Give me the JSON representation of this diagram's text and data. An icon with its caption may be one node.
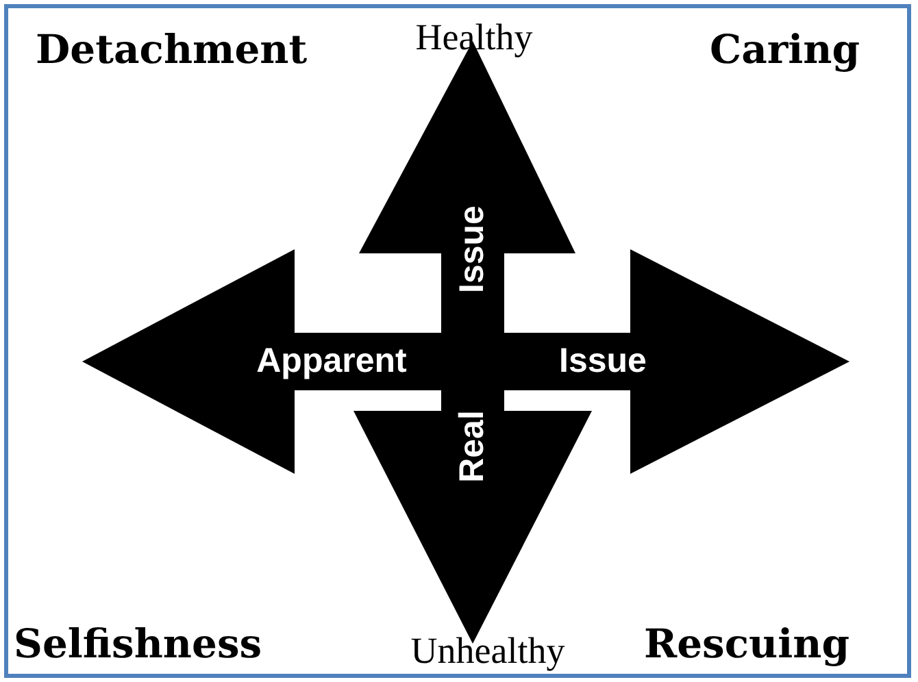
{
  "diagram": {
    "labels": [
      "Detachment",
      "Healthy",
      "Caring",
      "Issue",
      "Apparent",
      "Issue",
      "Real",
      "Selfishness",
      "Unhealthy",
      "Rescuing"
    ]
  }
}
